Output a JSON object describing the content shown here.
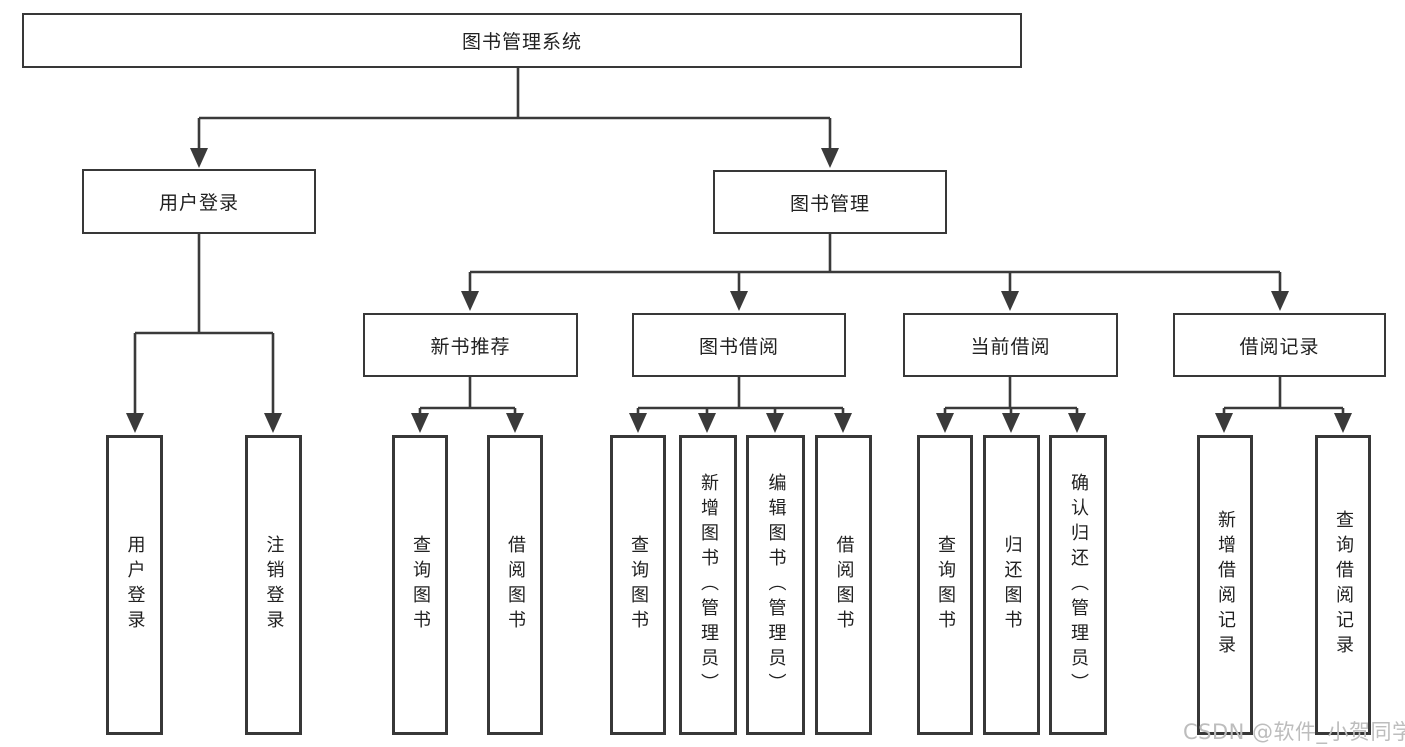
{
  "diagram": {
    "watermark": "CSDN @软件_小贺同学",
    "colors": {
      "line": "#3a3a3a",
      "box_border": "#383838",
      "text": "#212121",
      "background": "#ffffff",
      "watermark": "#bdbdbd"
    },
    "tree": {
      "label": "图书管理系统",
      "children": [
        {
          "label": "用户登录",
          "children": [
            {
              "label": "用户登录"
            },
            {
              "label": "注销登录"
            }
          ]
        },
        {
          "label": "图书管理",
          "children": [
            {
              "label": "新书推荐",
              "children": [
                {
                  "label": "查询图书"
                },
                {
                  "label": "借阅图书"
                }
              ]
            },
            {
              "label": "图书借阅",
              "children": [
                {
                  "label": "查询图书"
                },
                {
                  "label": "新增图书（管理员）"
                },
                {
                  "label": "编辑图书（管理员）"
                },
                {
                  "label": "借阅图书"
                }
              ]
            },
            {
              "label": "当前借阅",
              "children": [
                {
                  "label": "查询图书"
                },
                {
                  "label": "归还图书"
                },
                {
                  "label": "确认归还（管理员）"
                }
              ]
            },
            {
              "label": "借阅记录",
              "children": [
                {
                  "label": "新增借阅记录"
                },
                {
                  "label": "查询借阅记录"
                }
              ]
            }
          ]
        }
      ]
    }
  }
}
